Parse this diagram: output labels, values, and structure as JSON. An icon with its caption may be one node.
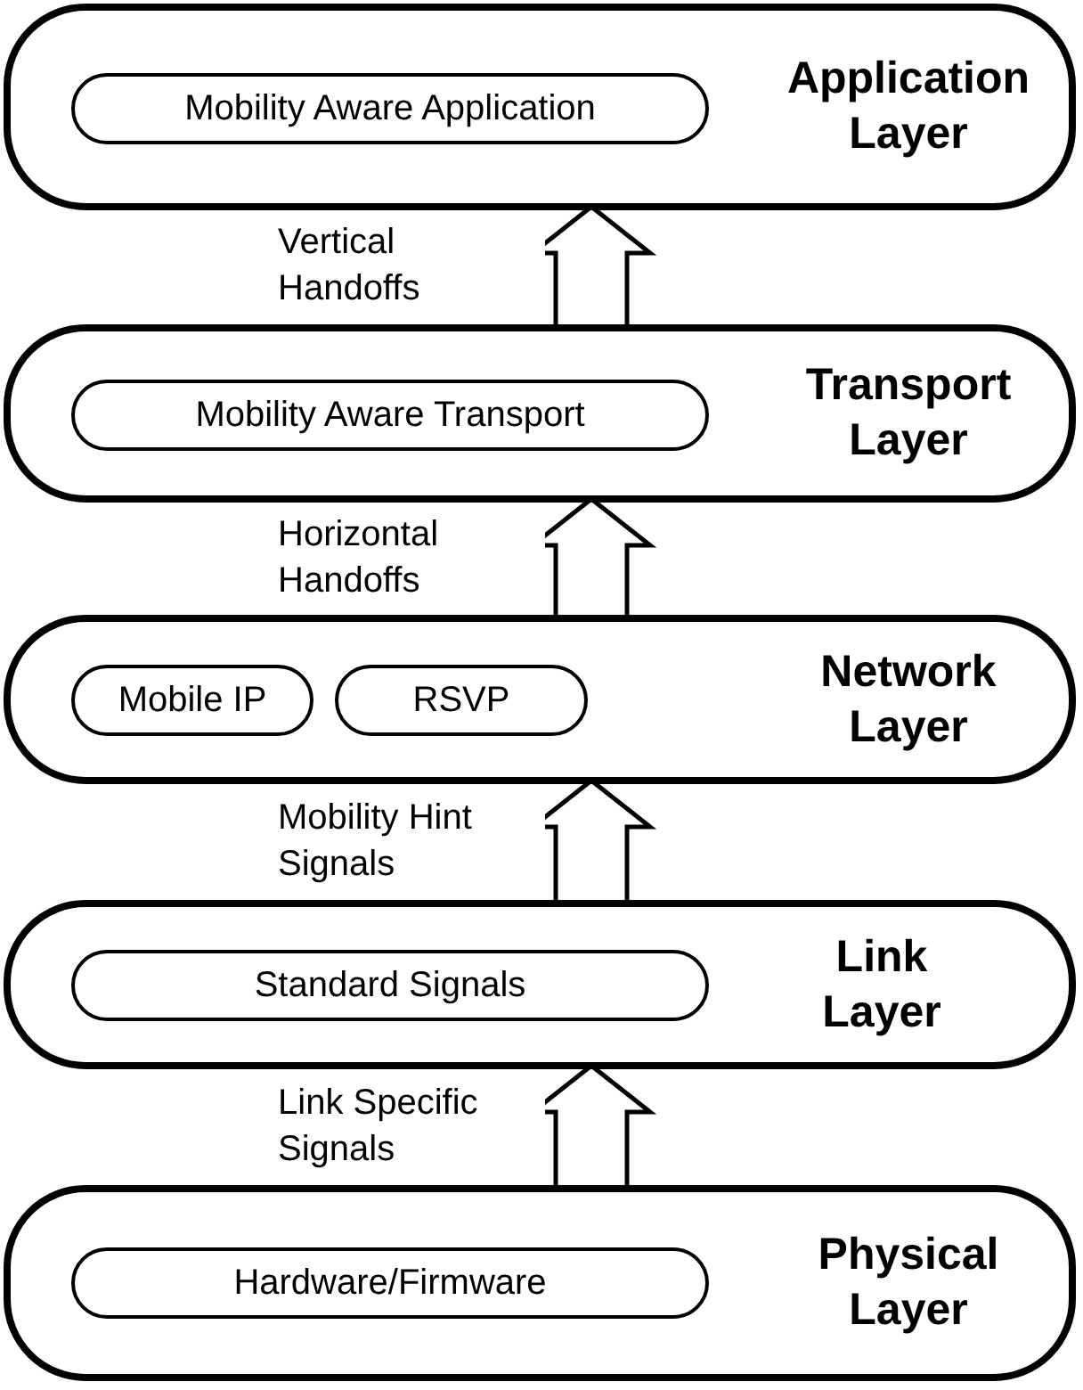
{
  "diagram": {
    "nodes": [
      {
        "text": [
          "Application Layer"
        ]
      },
      {
        "text": [
          "Mobility Aware Application"
        ],
        "in": 0
      },
      {
        "text": [
          "Transport Layer"
        ]
      },
      {
        "text": [
          "Mobility Aware Transport"
        ],
        "in": 2
      },
      {
        "text": [
          "Network Layer"
        ]
      },
      {
        "text": [
          "Mobile IP"
        ],
        "in": 4
      },
      {
        "text": [
          "RSVP"
        ],
        "in": 4
      },
      {
        "text": [
          "Link Layer"
        ]
      },
      {
        "text": [
          "Standard Signals"
        ],
        "in": 7
      },
      {
        "text": [
          "Physical Layer"
        ]
      },
      {
        "text": [
          "Hardware/Firmware"
        ],
        "in": 9
      }
    ],
    "edges": [
      {
        "from": 2,
        "to": 0,
        "arrow": "to",
        "label": "Vertical Handoffs",
        "style": "thick"
      },
      {
        "from": 4,
        "to": 2,
        "arrow": "to",
        "label": "Horizontal Handoffs",
        "style": "thick"
      },
      {
        "from": 7,
        "to": 4,
        "arrow": "to",
        "label": "Mobility Hint Signals",
        "style": "thick"
      },
      {
        "from": 9,
        "to": 7,
        "arrow": "to",
        "label": "Link Specific Signals",
        "style": "thick"
      }
    ]
  }
}
